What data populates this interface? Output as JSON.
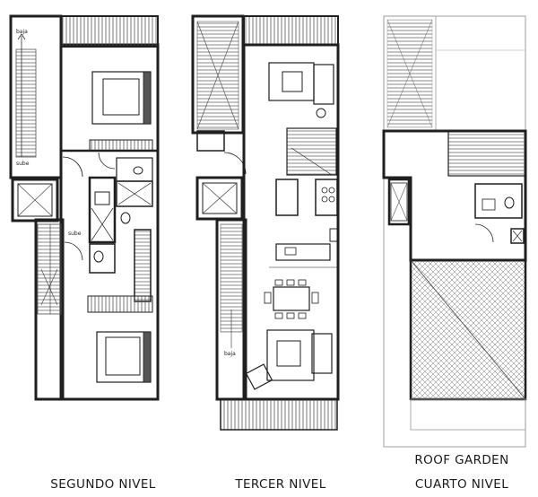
{
  "plans": [
    {
      "caption": "SEGUNDO NIVEL",
      "stair_labels": [
        "baja",
        "sube",
        "sube"
      ]
    },
    {
      "caption": "TERCER NIVEL",
      "stair_labels": [
        "baja"
      ]
    },
    {
      "caption_lines": [
        "ROOF GARDEN",
        "CUARTO NIVEL"
      ]
    }
  ],
  "colors": {
    "wall": "#1f1f1f",
    "line": "#444444",
    "hatch": "#666666"
  }
}
